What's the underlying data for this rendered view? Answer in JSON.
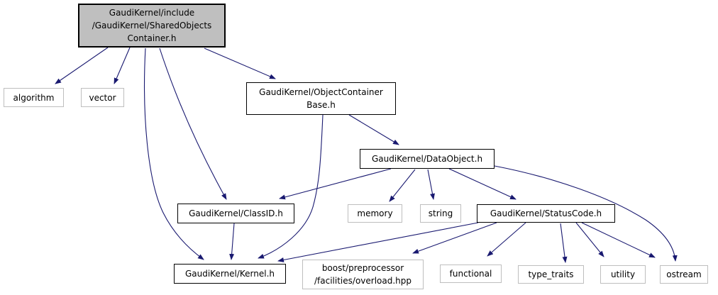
{
  "diagram": {
    "nodes": {
      "root": {
        "label": "GaudiKernel/include\n/GaudiKernel/SharedObjects\nContainer.h"
      },
      "algorithm": {
        "label": "algorithm"
      },
      "vector": {
        "label": "vector"
      },
      "object_container_base": {
        "label": "GaudiKernel/ObjectContainer\nBase.h"
      },
      "data_object": {
        "label": "GaudiKernel/DataObject.h"
      },
      "class_id": {
        "label": "GaudiKernel/ClassID.h"
      },
      "memory": {
        "label": "memory"
      },
      "string": {
        "label": "string"
      },
      "status_code": {
        "label": "GaudiKernel/StatusCode.h"
      },
      "kernel": {
        "label": "GaudiKernel/Kernel.h"
      },
      "boost_overload": {
        "label": "boost/preprocessor\n/facilities/overload.hpp"
      },
      "functional": {
        "label": "functional"
      },
      "type_traits": {
        "label": "type_traits"
      },
      "utility": {
        "label": "utility"
      },
      "ostream": {
        "label": "ostream"
      }
    },
    "edges": [
      {
        "from": "root",
        "to": "algorithm"
      },
      {
        "from": "root",
        "to": "vector"
      },
      {
        "from": "root",
        "to": "object_container_base"
      },
      {
        "from": "root",
        "to": "class_id"
      },
      {
        "from": "root",
        "to": "kernel"
      },
      {
        "from": "object_container_base",
        "to": "data_object"
      },
      {
        "from": "object_container_base",
        "to": "kernel"
      },
      {
        "from": "data_object",
        "to": "class_id"
      },
      {
        "from": "data_object",
        "to": "memory"
      },
      {
        "from": "data_object",
        "to": "string"
      },
      {
        "from": "data_object",
        "to": "status_code"
      },
      {
        "from": "data_object",
        "to": "ostream"
      },
      {
        "from": "class_id",
        "to": "kernel"
      },
      {
        "from": "status_code",
        "to": "kernel"
      },
      {
        "from": "status_code",
        "to": "boost_overload"
      },
      {
        "from": "status_code",
        "to": "functional"
      },
      {
        "from": "status_code",
        "to": "type_traits"
      },
      {
        "from": "status_code",
        "to": "utility"
      },
      {
        "from": "status_code",
        "to": "ostream"
      }
    ],
    "colors": {
      "edge": "#191970",
      "root_fill": "#bfbfbf",
      "node_border": "#000000",
      "leaf_border": "#bebebe",
      "background": "#ffffff"
    }
  }
}
